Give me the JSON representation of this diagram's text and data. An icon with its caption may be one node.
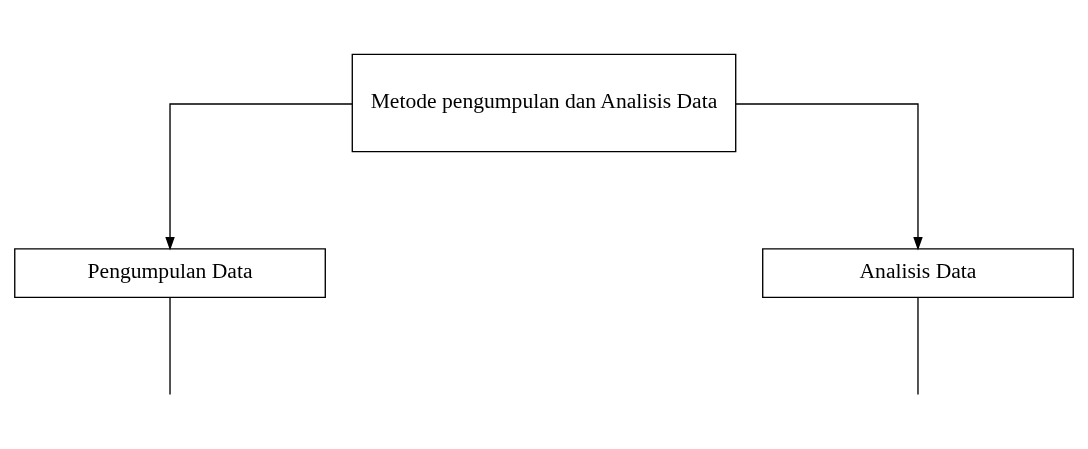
{
  "diagram": {
    "nodes": [
      {
        "text": [
          "Metode pengumpulan dan Analisis Data"
        ]
      },
      {
        "text": [
          "Pengumpulan Data"
        ]
      },
      {
        "text": [
          "Analisis Data"
        ]
      }
    ],
    "edges": [
      {
        "from": 0,
        "to": 1,
        "arrow": "to"
      },
      {
        "from": 0,
        "to": 2,
        "arrow": "to"
      },
      {
        "from": 1,
        "to": null,
        "arrow": "none"
      },
      {
        "from": 2,
        "to": null,
        "arrow": "none"
      }
    ]
  }
}
